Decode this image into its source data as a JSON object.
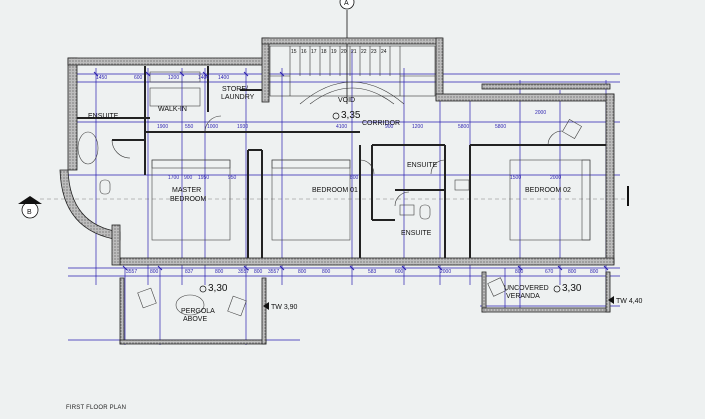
{
  "rooms": {
    "walk_in": "WALK-IN",
    "store_laundry_1": "STORE/",
    "store_laundry_2": "LAUNDRY",
    "void": "VOID",
    "ensuite_master": "ENSUITE",
    "corridor": "CORRIDOR",
    "master_bedroom_1": "MASTER",
    "master_bedroom_2": "BEDROOM",
    "bedroom_01": "BEDROOM 01",
    "ensuite_mid_top": "ENSUITE",
    "ensuite_mid_bottom": "ENSUITE",
    "bedroom_02": "BEDROOM 02",
    "pergola_1": "PERGOLA",
    "pergola_2": "ABOVE",
    "veranda_1": "UNCOVERED",
    "veranda_2": "VERANDA"
  },
  "levels": {
    "void_level": "3,35",
    "pergola_level": "3,30",
    "pergola_tw": "TW  3,90",
    "veranda_level": "3,30",
    "veranda_tw": "TW  4,40"
  },
  "markers": {
    "section_top": "A",
    "section_left": "B"
  },
  "stair_numbers": [
    "15",
    "16",
    "17",
    "18",
    "19",
    "20",
    "21",
    "22",
    "23",
    "24"
  ],
  "dimensions": {
    "top_row": [
      "1450",
      "600",
      "1200",
      "1400",
      "1400",
      "4100",
      "5800",
      "2000"
    ],
    "bottom_row": [
      "3557",
      "800",
      "837",
      "800",
      "3557",
      "800",
      "3557",
      "800",
      "800",
      "583",
      "600",
      "2000",
      "800",
      "670",
      "800",
      "800"
    ],
    "corridor_row": [
      "1900",
      "550",
      "1000",
      "1930",
      "900",
      "1200",
      "5800"
    ],
    "master_row": [
      "1700",
      "900",
      "1950",
      "950",
      "800",
      "1500",
      "2000"
    ]
  },
  "title": "FIRST FLOOR PLAN",
  "colors": {
    "wall": "#2a2a2a",
    "dimension": "#2a1fb0",
    "background": "#eef1f1",
    "hatch": "#777777"
  }
}
